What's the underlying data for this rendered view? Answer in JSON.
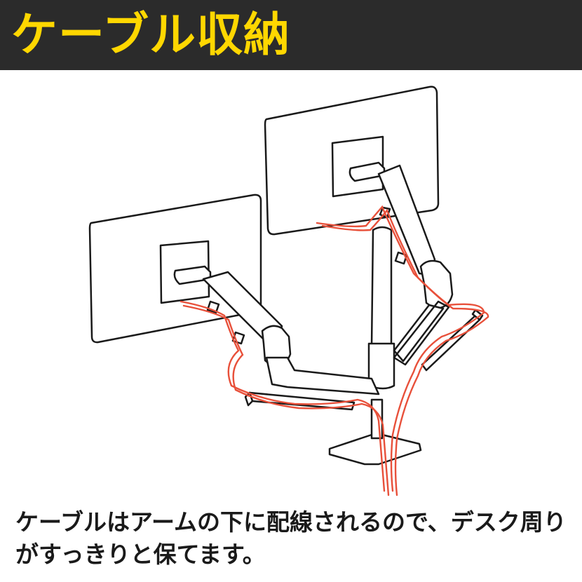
{
  "header": {
    "title": "ケーブル収納",
    "background": "#2b2b2b",
    "title_color": "#ffd700"
  },
  "illustration": {
    "subject": "dual-monitor-arm-with-cable-management",
    "cable_color": "#e8503a",
    "line_color": "#1a1a1a"
  },
  "caption": {
    "line1": "ケーブルはアームの下に配線されるので、デスク周り",
    "line2": "がすっきりと保てます。"
  }
}
